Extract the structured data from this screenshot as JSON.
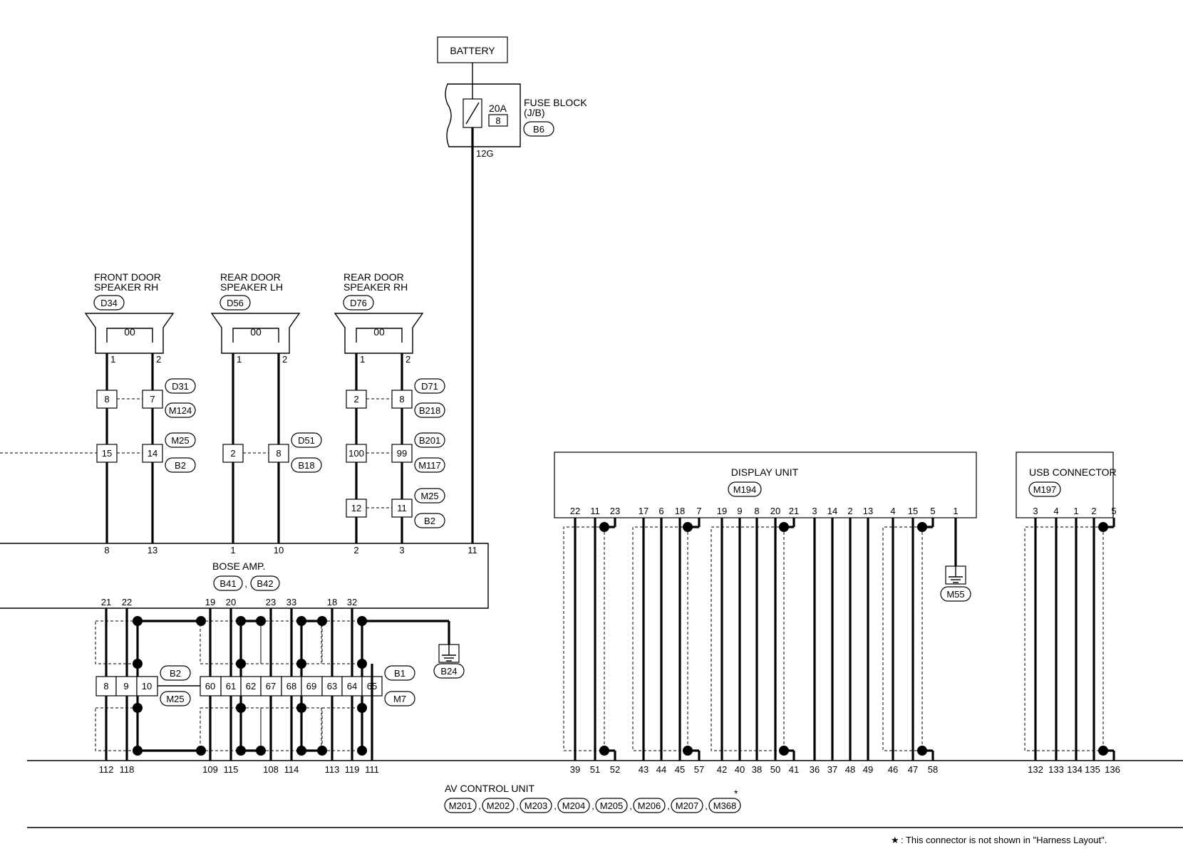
{
  "battery": {
    "label": "BATTERY"
  },
  "fuse": {
    "rating": "20A",
    "number": "8",
    "block_label_1": "FUSE BLOCK",
    "block_label_2": "(J/B)",
    "connector": "B6",
    "wire": "12G"
  },
  "speakers": [
    {
      "name_1": "FRONT DOOR",
      "name_2": "SPEAKER RH",
      "connector": "D34",
      "pin1": "1",
      "pin2": "2"
    },
    {
      "name_1": "REAR DOOR",
      "name_2": "SPEAKER LH",
      "connector": "D56",
      "pin1": "1",
      "pin2": "2"
    },
    {
      "name_1": "REAR DOOR",
      "name_2": "SPEAKER RH",
      "connector": "D76",
      "pin1": "1",
      "pin2": "2"
    }
  ],
  "speaker_symbol": "00",
  "inline_connectors": {
    "fr_row1": {
      "a": "8",
      "b": "7",
      "tag1": "D31",
      "tag2": "M124"
    },
    "fr_row2": {
      "a": "15",
      "b": "14",
      "tag1": "M25",
      "tag2": "B2"
    },
    "rl_row2": {
      "a": "2",
      "b": "8",
      "tag1": "D51",
      "tag2": "B18"
    },
    "rr_row1": {
      "a": "2",
      "b": "8",
      "tag1": "D71",
      "tag2": "B218"
    },
    "rr_row2": {
      "a": "100",
      "b": "99",
      "tag1": "B201",
      "tag2": "M117"
    },
    "rr_row3": {
      "a": "12",
      "b": "11",
      "tag1": "M25",
      "tag2": "B2"
    }
  },
  "bose_amp": {
    "label": "BOSE AMP.",
    "connectors": [
      "B41",
      "B42"
    ],
    "separator": ",",
    "top_pins": [
      "8",
      "13",
      "1",
      "10",
      "2",
      "3",
      "11"
    ],
    "bottom_pins": [
      "21",
      "22",
      "19",
      "20",
      "23",
      "33",
      "18",
      "32"
    ]
  },
  "bottom_block": {
    "pins": [
      "8",
      "9",
      "10",
      "60",
      "61",
      "62",
      "67",
      "68",
      "69",
      "63",
      "64",
      "65"
    ],
    "tags": [
      "B2",
      "M25",
      "B1",
      "M7"
    ],
    "ground": "B24"
  },
  "av_pins_left": [
    "112",
    "118",
    "109",
    "115",
    "108",
    "114",
    "113",
    "119",
    "111"
  ],
  "display_unit": {
    "label": "DISPLAY UNIT",
    "connector": "M194",
    "top_pins": [
      "22",
      "11",
      "23",
      "17",
      "6",
      "18",
      "7",
      "19",
      "9",
      "8",
      "20",
      "21",
      "3",
      "14",
      "2",
      "13",
      "4",
      "15",
      "5",
      "1"
    ],
    "bottom_pins": [
      "39",
      "51",
      "52",
      "43",
      "44",
      "45",
      "57",
      "42",
      "40",
      "38",
      "50",
      "41",
      "36",
      "37",
      "48",
      "49",
      "46",
      "47",
      "58"
    ],
    "ground": "M55"
  },
  "usb_connector": {
    "label": "USB CONNECTOR",
    "connector": "M197",
    "top_pins": [
      "3",
      "4",
      "1",
      "2",
      "5"
    ],
    "bottom_pins": [
      "132",
      "133",
      "134",
      "135",
      "136"
    ]
  },
  "av_control_unit": {
    "label": "AV CONTROL UNIT",
    "connectors": [
      "M201",
      "M202",
      "M203",
      "M204",
      "M205",
      "M206",
      "M207",
      "M368"
    ],
    "separator": ",",
    "asterisk": "*"
  },
  "footnote": {
    "star": "★",
    "text": ": This connector is not shown in \"Harness Layout\"."
  }
}
